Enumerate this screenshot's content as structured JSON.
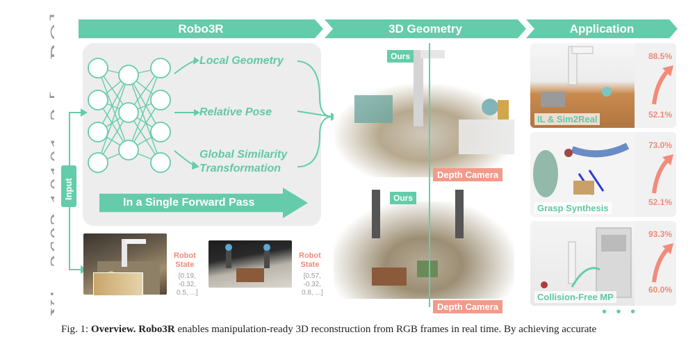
{
  "arxiv_id": "arXiv:2602.10101v2  [cs.RO]  2 May 2026",
  "banners": {
    "robo3r": "Robo3R",
    "geometry": "3D Geometry",
    "application": "Application"
  },
  "network": {
    "outputs": [
      "Local Geometry",
      "Relative Pose",
      "Global Similarity",
      "Transformation"
    ],
    "pass_label": "In a Single Forward Pass",
    "input_label": "Input"
  },
  "robot_states": [
    {
      "title_line1": "Robot",
      "title_line2": "State",
      "values": [
        "[0.19,",
        "-0.32,",
        "0.5, ...]"
      ]
    },
    {
      "title_line1": "Robot",
      "title_line2": "State",
      "values": [
        "[0.57,",
        "-0.32,",
        "0.8, ...]"
      ]
    }
  ],
  "geometry": {
    "ours_label": "Ours",
    "depth_label": "Depth Camera"
  },
  "applications": [
    {
      "label": "IL & Sim2Real",
      "high": "88.5%",
      "low": "52.1%"
    },
    {
      "label": "Grasp Synthesis",
      "high": "73.0%",
      "low": "52.1%"
    },
    {
      "label": "Collision-Free MP",
      "high": "93.3%",
      "low": "60.0%"
    }
  ],
  "more": "• • •",
  "caption": {
    "prefix": "Fig. 1: ",
    "bold_part": "Overview. Robo3R",
    "rest": " enables manipulation-ready 3D reconstruction from RGB frames in real time. By achieving accurate"
  },
  "colors": {
    "accent": "#64ccaa",
    "highlight": "#f08a7a",
    "panel": "#ededed"
  }
}
